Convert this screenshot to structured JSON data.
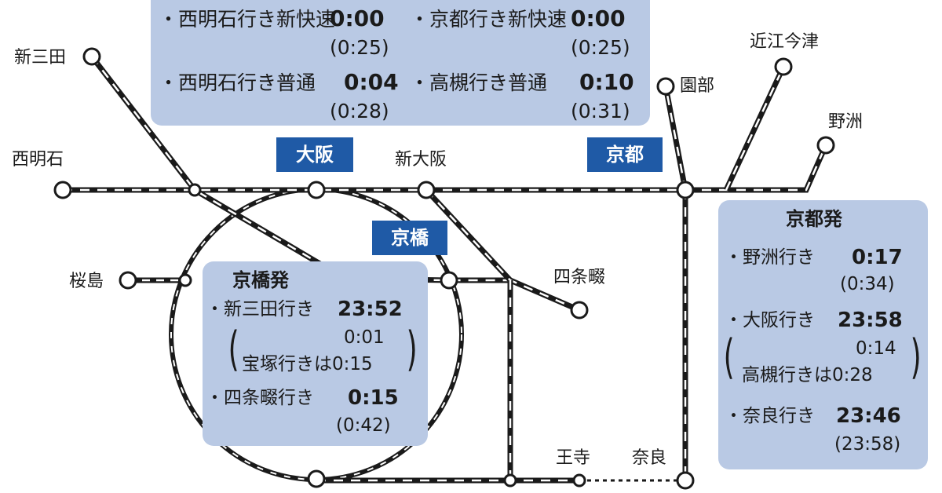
{
  "stations": {
    "shin_sanda": "新三田",
    "nishi_akashi": "西明石",
    "sakurajima": "桜島",
    "shin_osaka": "新大阪",
    "shijonawate": "四条畷",
    "sonobe": "園部",
    "omi_imazu": "近江今津",
    "yasu": "野洲",
    "oji": "王寺",
    "nara": "奈良"
  },
  "hubs": {
    "osaka": "大阪",
    "kyobashi": "京橋",
    "kyoto": "京都"
  },
  "osaka_panel": {
    "left": [
      {
        "dest": "・西明石行き新快速",
        "time": "0:00",
        "sub": "(0:25)"
      },
      {
        "dest": "・西明石行き普通",
        "time": "0:04",
        "sub": "(0:28)"
      }
    ],
    "right": [
      {
        "dest": "・京都行き新快速",
        "time": "0:00",
        "sub": "(0:25)"
      },
      {
        "dest": "・高槻行き普通",
        "time": "0:10",
        "sub": "(0:31)"
      }
    ]
  },
  "kyobashi_panel": {
    "title": "京橋発",
    "entries": [
      {
        "dest": "・新三田行き",
        "time": "23:52",
        "sub1": "0:01",
        "sub2": "宝塚行きは0:15"
      },
      {
        "dest": "・四条畷行き",
        "time": "0:15",
        "sub": "(0:42)"
      }
    ]
  },
  "kyoto_panel": {
    "title": "京都発",
    "entries": [
      {
        "dest": "・野洲行き",
        "time": "0:17",
        "sub": "(0:34)"
      },
      {
        "dest": "・大阪行き",
        "time": "23:58",
        "sub1": "0:14",
        "sub2": "高槻行きは0:28"
      },
      {
        "dest": "・奈良行き",
        "time": "23:46",
        "sub": "(23:58)"
      }
    ]
  },
  "colors": {
    "panel": "#b9c9e4",
    "hub_box": "#1f5aa6",
    "line": "#1a1a1a"
  }
}
